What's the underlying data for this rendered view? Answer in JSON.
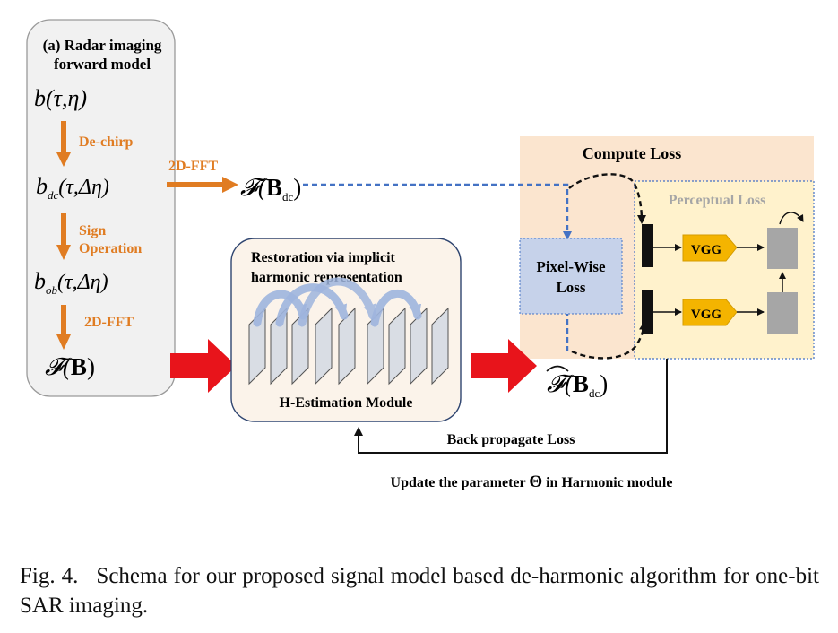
{
  "forward_model": {
    "title_line1": "(a) Radar imaging",
    "title_line2": "forward model",
    "b_main": "b(τ,η)",
    "dechirp_label": "De-chirp",
    "b_dc_base": "b",
    "b_dc_sub": "dc",
    "b_dc_args": "(τ,Δη)",
    "sign_label_1": "Sign",
    "sign_label_2": "Operation",
    "b_ob_base": "b",
    "b_ob_sub": "ob",
    "b_ob_args": "(τ,Δη)",
    "fft_label": "2D-FFT",
    "f_b_prefix": "𝓕(",
    "f_b_bold": "B",
    "f_b_suffix": ")"
  },
  "fft_top": {
    "label": "2D-FFT",
    "f_prefix": "𝓕(",
    "f_bold": "B",
    "f_sub": "dc",
    "f_suffix": ")"
  },
  "restoration": {
    "title_line1": "Restoration via implicit",
    "title_line2": "harmonic representation",
    "module_label": "H-Estimation Module"
  },
  "output": {
    "f_prefix": "𝓕(",
    "f_bold": "B",
    "f_sub": "dc",
    "f_suffix": ")"
  },
  "loss": {
    "compute_title": "Compute Loss",
    "pixel_line1": "Pixel-Wise",
    "pixel_line2": "Loss",
    "perceptual_title": "Perceptual Loss",
    "vgg_top": "VGG",
    "vgg_bottom": "VGG"
  },
  "feedback": {
    "back_propagate": "Back propagate Loss",
    "update_prefix": "Update the parameter ",
    "update_symbol": "Θ",
    "update_suffix": " in Harmonic module"
  },
  "caption": {
    "fig_label": "Fig. 4.",
    "text": "Schema for our proposed signal model based de-harmonic algorithm for one-bit SAR imaging."
  },
  "colors": {
    "orange": "#e07c22",
    "red_arrow": "#e8141b",
    "blue_dash": "#4472c4",
    "vgg_yellow": "#f4b400",
    "compute_bg": "#fbe5cf",
    "perceptual_bg": "#fff2cc",
    "pixel_bg": "#c6d2ea"
  }
}
